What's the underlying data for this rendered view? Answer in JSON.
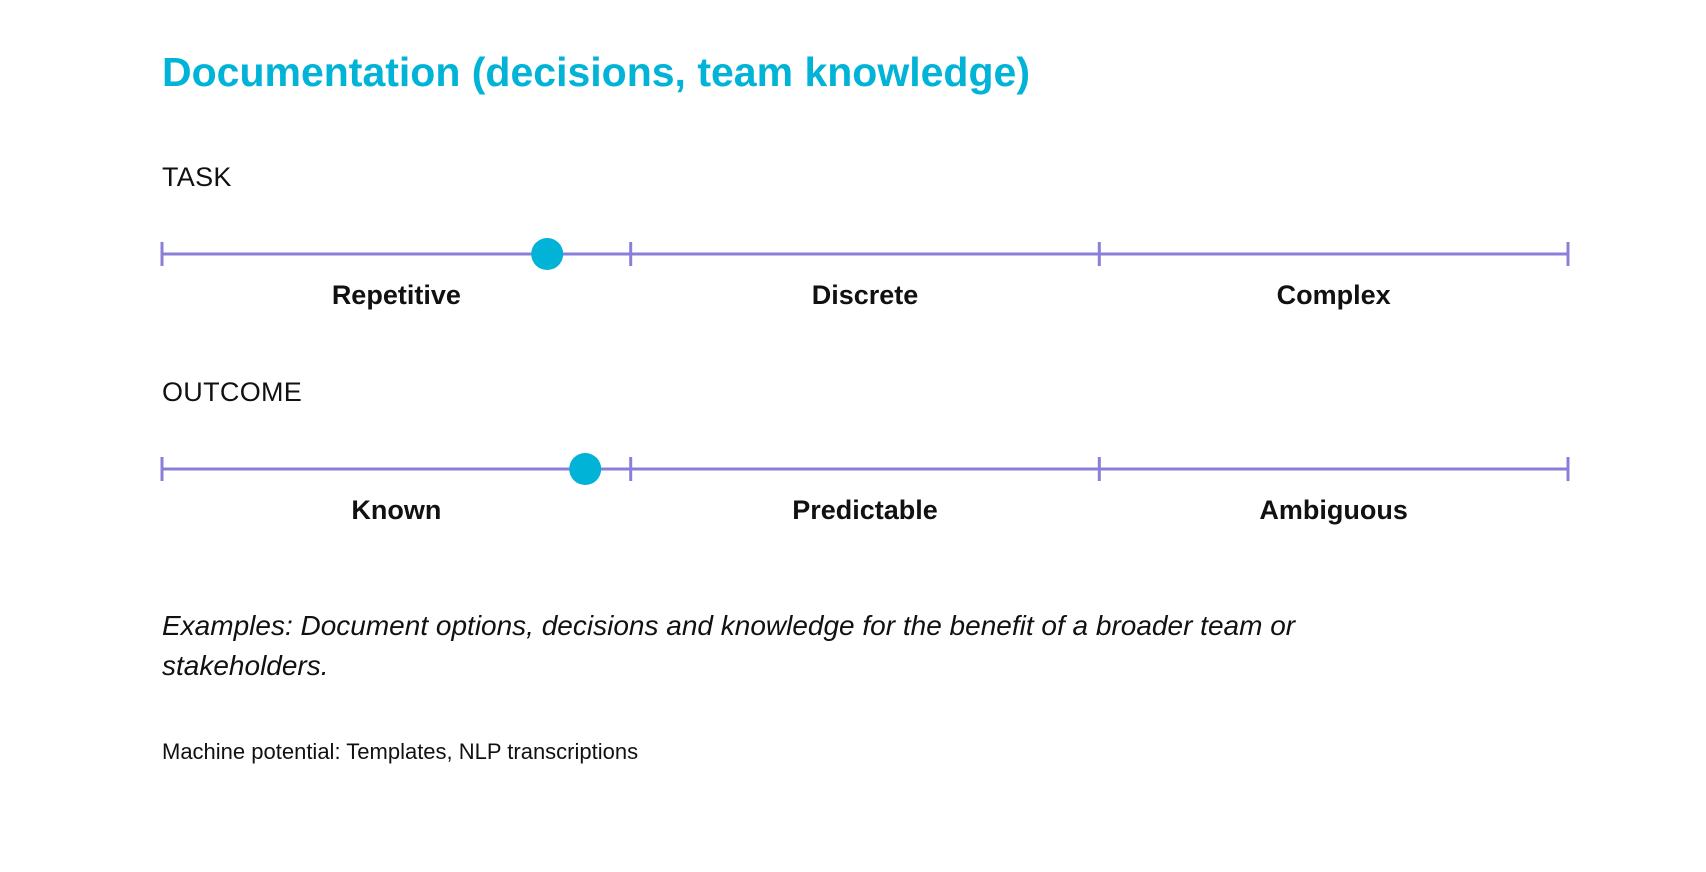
{
  "title": "Documentation (decisions, team knowledge)",
  "colors": {
    "title": "#00b3d7",
    "marker": "#00b3d7",
    "scale_line": "#8a7fd8",
    "text": "#111111"
  },
  "task": {
    "label": "TASK",
    "segments": [
      "Repetitive",
      "Discrete",
      "Complex"
    ],
    "marker_position": 0.274
  },
  "outcome": {
    "label": "OUTCOME",
    "segments": [
      "Known",
      "Predictable",
      "Ambiguous"
    ],
    "marker_position": 0.301
  },
  "examples": "Examples: Document options, decisions and knowledge for the benefit of a broader team or stakeholders.",
  "machine_potential": "Machine potential: Templates, NLP transcriptions"
}
